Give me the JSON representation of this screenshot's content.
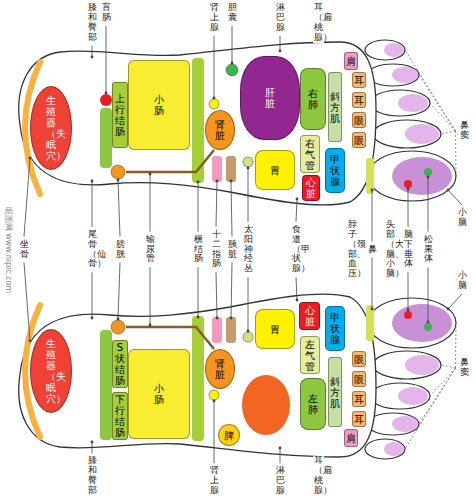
{
  "diagram": {
    "nodes": [
      {
        "text": [
          "生殖器（失眠穴）"
        ]
      },
      {
        "text": [
          "上行结肠"
        ]
      },
      {
        "text": [
          "小肠"
        ]
      },
      {
        "text": [
          "肾脏"
        ]
      },
      {
        "text": [
          "肝脏"
        ]
      },
      {
        "text": [
          "胃"
        ]
      },
      {
        "text": [
          "右肺"
        ]
      },
      {
        "text": [
          "右气管"
        ]
      },
      {
        "text": [
          "心脏"
        ]
      },
      {
        "text": [
          "斜方肌"
        ]
      },
      {
        "text": [
          "甲状腺"
        ]
      },
      {
        "text": [
          "肩"
        ]
      },
      {
        "text": [
          "耳"
        ]
      },
      {
        "text": [
          "耳"
        ]
      },
      {
        "text": [
          "眼"
        ]
      },
      {
        "text": [
          "眼"
        ]
      },
      {
        "text": [
          "生殖器（失眠穴）"
        ]
      },
      {
        "text": [
          "S状结肠"
        ]
      },
      {
        "text": [
          "下行结肠"
        ]
      },
      {
        "text": [
          "小肠"
        ]
      },
      {
        "text": [
          "肾脏"
        ]
      },
      {
        "text": [
          "胃"
        ]
      },
      {
        "text": [
          "心脏"
        ]
      },
      {
        "text": [
          "脾"
        ]
      },
      {
        "text": [
          "甲状腺"
        ]
      },
      {
        "text": [
          "左气管"
        ]
      },
      {
        "text": [
          "左肺"
        ]
      },
      {
        "text": [
          "斜方肌"
        ]
      },
      {
        "text": [
          "肩"
        ]
      },
      {
        "text": [
          "眼"
        ]
      },
      {
        "text": [
          "眼"
        ]
      },
      {
        "text": [
          "耳"
        ]
      },
      {
        "text": [
          "耳"
        ]
      }
    ],
    "labels": [
      "膝和臀部",
      "盲肠",
      "胆囊",
      "肾上腺",
      "淋巴腺",
      "耳（扁桃腺）",
      "鼻窦",
      "坐骨",
      "尾骨（仙骨）",
      "膀胱",
      "输尿管",
      "横结肠",
      "十二指肠",
      "胰脏",
      "太阳神经丛",
      "食道（甲状腺）",
      "脖子（颈部、血压）",
      "鼻",
      "头部（大脑、小脑）",
      "脑下垂体",
      "松果体",
      "小脑",
      "小脑",
      "鼻窦",
      "膝和臀部",
      "肾上腺",
      "淋巴腺",
      "耳（扁桃腺）",
      "昵图网 www.nipic.com"
    ]
  }
}
